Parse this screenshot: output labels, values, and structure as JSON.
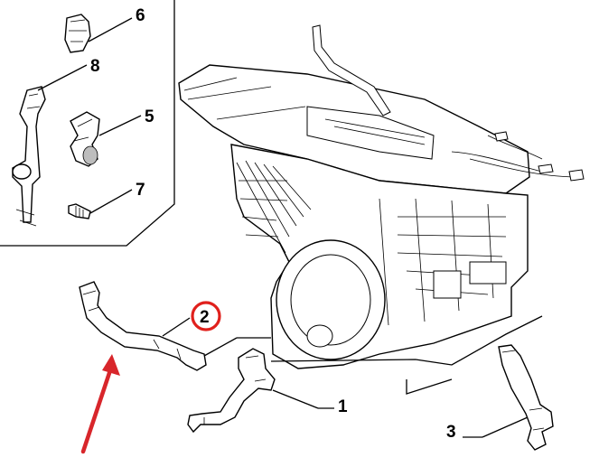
{
  "callouts": {
    "c1": "1",
    "c2": "2",
    "c3": "3",
    "c5": "5",
    "c6": "6",
    "c7": "7",
    "c8": "8"
  },
  "colors": {
    "highlight_ring": "#e0201c",
    "arrow": "#d8262b",
    "line": "#000000"
  },
  "icons": {
    "arrow": "red-arrow-icon"
  }
}
